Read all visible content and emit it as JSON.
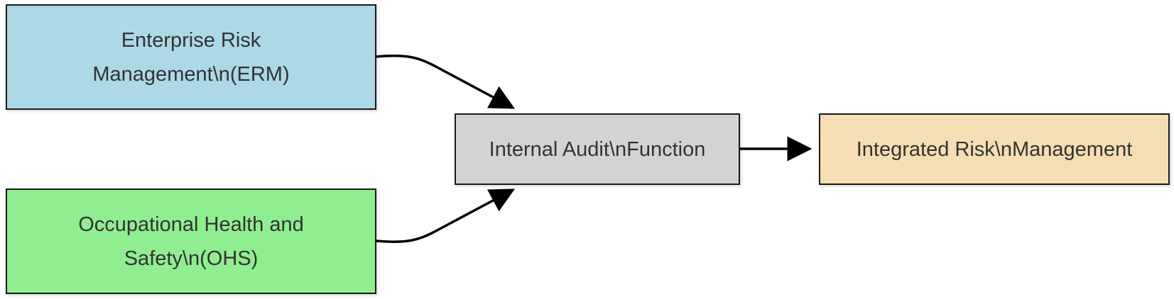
{
  "diagram": {
    "nodes": [
      {
        "id": "erm",
        "label": "Enterprise Risk Management\\n(ERM)",
        "fill": "#add8e6"
      },
      {
        "id": "ohs",
        "label": "Occupational Health and Safety\\n(OHS)",
        "fill": "#90ee90"
      },
      {
        "id": "audit",
        "label": "Internal Audit\\nFunction",
        "fill": "#d3d3d3"
      },
      {
        "id": "irm",
        "label": "Integrated Risk\\nManagement",
        "fill": "#f5deb3"
      }
    ],
    "edges": [
      {
        "from": "erm",
        "to": "audit"
      },
      {
        "from": "ohs",
        "to": "audit"
      },
      {
        "from": "audit",
        "to": "irm"
      }
    ],
    "edge_color": "#000000"
  }
}
